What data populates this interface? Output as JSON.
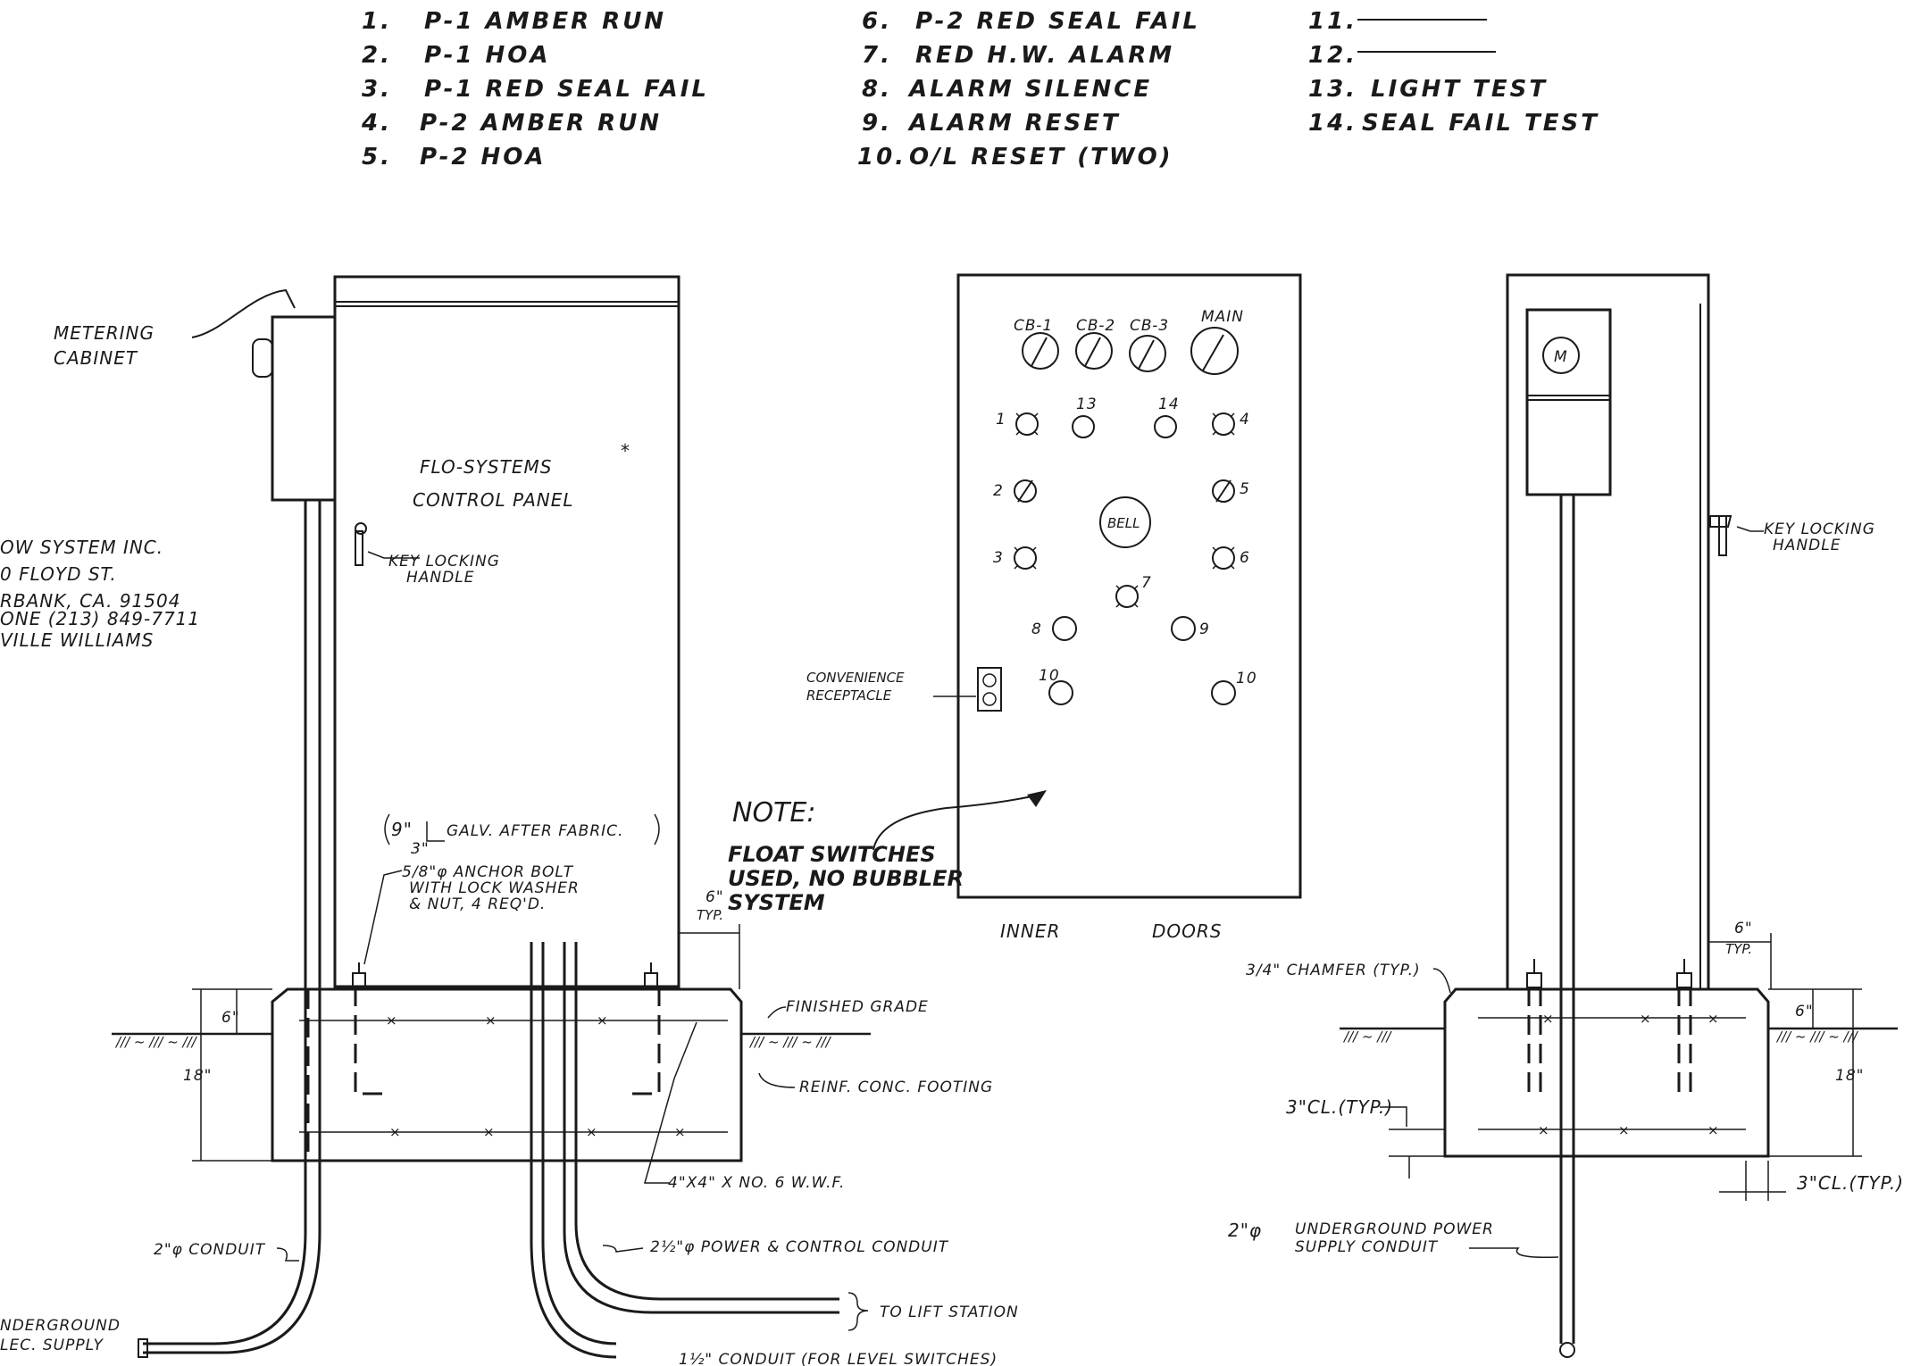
{
  "legend": {
    "items": [
      {
        "num": "1.",
        "text": "P-1 AMBER RUN"
      },
      {
        "num": "2.",
        "text": "P-1 HOA"
      },
      {
        "num": "3.",
        "text": "P-1 RED SEAL FAIL"
      },
      {
        "num": "4.",
        "text": "P-2 AMBER RUN"
      },
      {
        "num": "5.",
        "text": "P-2 HOA"
      },
      {
        "num": "6.",
        "text": "P-2 RED SEAL FAIL"
      },
      {
        "num": "7.",
        "text": "RED H.W. ALARM"
      },
      {
        "num": "8.",
        "text": "ALARM SILENCE"
      },
      {
        "num": "9.",
        "text": "ALARM RESET"
      },
      {
        "num": "10.",
        "text": "O/L RESET (TWO)"
      },
      {
        "num": "11.",
        "text": ""
      },
      {
        "num": "12.",
        "text": ""
      },
      {
        "num": "13.",
        "text": "LIGHT TEST"
      },
      {
        "num": "14.",
        "text": "SEAL FAIL TEST"
      }
    ]
  },
  "company": {
    "line1": "OW SYSTEM INC.",
    "line2": "0 FLOYD ST.",
    "line3": "RBANK, CA. 91504",
    "line4": "ONE (213) 849-7711",
    "line5": "VILLE WILLIAMS"
  },
  "front_view": {
    "metering_cabinet_1": "METERING",
    "metering_cabinet_2": "CABINET",
    "panel_title_1": "FLO-SYSTEMS",
    "asterisk": "*",
    "panel_title_2": "CONTROL PANEL",
    "key_handle_1": "KEY LOCKING",
    "key_handle_2": "HANDLE",
    "galv": "GALV. AFTER FABRIC.",
    "galv_dim_top": "9\"",
    "galv_dim_bottom": "3\"",
    "anchor_1": "5/8\"φ ANCHOR BOLT",
    "anchor_2": "WITH LOCK WASHER",
    "anchor_3": "& NUT, 4 REQ'D.",
    "dim_6_typ": "6\"",
    "typ": "TYP.",
    "dim_6": "6\"",
    "dim_18": "18\"",
    "finished_grade": "FINISHED GRADE",
    "footing": "REINF. CONC. FOOTING",
    "wwf": "4\"X4\" X NO. 6 W.W.F.",
    "conduit_2": "2\"φ CONDUIT",
    "underground_1": "NDERGROUND",
    "underground_2": "LEC. SUPPLY",
    "power_control": "2½\"φ POWER & CONTROL CONDUIT",
    "to_lift": "TO LIFT STATION",
    "level_switches": "1½\" CONDUIT (FOR LEVEL SWITCHES)"
  },
  "note": {
    "heading": "NOTE:",
    "line1": "FLOAT SWITCHES",
    "line2": "USED, NO BUBBLER",
    "line3": "SYSTEM"
  },
  "inner_doors": {
    "breakers": [
      "CB-1",
      "CB-2",
      "CB-3",
      "MAIN"
    ],
    "lights": {
      "l1": "1",
      "l13": "13",
      "l14": "14",
      "l4": "4",
      "l2": "2",
      "l5": "5",
      "l3": "3",
      "l6": "6",
      "l7": "7",
      "l8": "8",
      "l9": "9",
      "l10a": "10",
      "l10b": "10"
    },
    "bell": "BELL",
    "receptacle_1": "CONVENIENCE",
    "receptacle_2": "RECEPTACLE",
    "caption_1": "INNER",
    "caption_2": "DOORS"
  },
  "side_view": {
    "meter": "M",
    "key_handle_1": "KEY LOCKING",
    "key_handle_2": "HANDLE",
    "chamfer": "3/4\" CHAMFER (TYP.)",
    "dim_6_typ": "6\"",
    "typ": "TYP.",
    "dim_6": "6\"",
    "dim_18": "18\"",
    "cl_left": "3\"CL.(TYP.)",
    "cl_right": "3\"CL.(TYP.)",
    "supply_num": "2\"φ",
    "supply_1": "UNDERGROUND POWER",
    "supply_2": "SUPPLY CONDUIT"
  }
}
